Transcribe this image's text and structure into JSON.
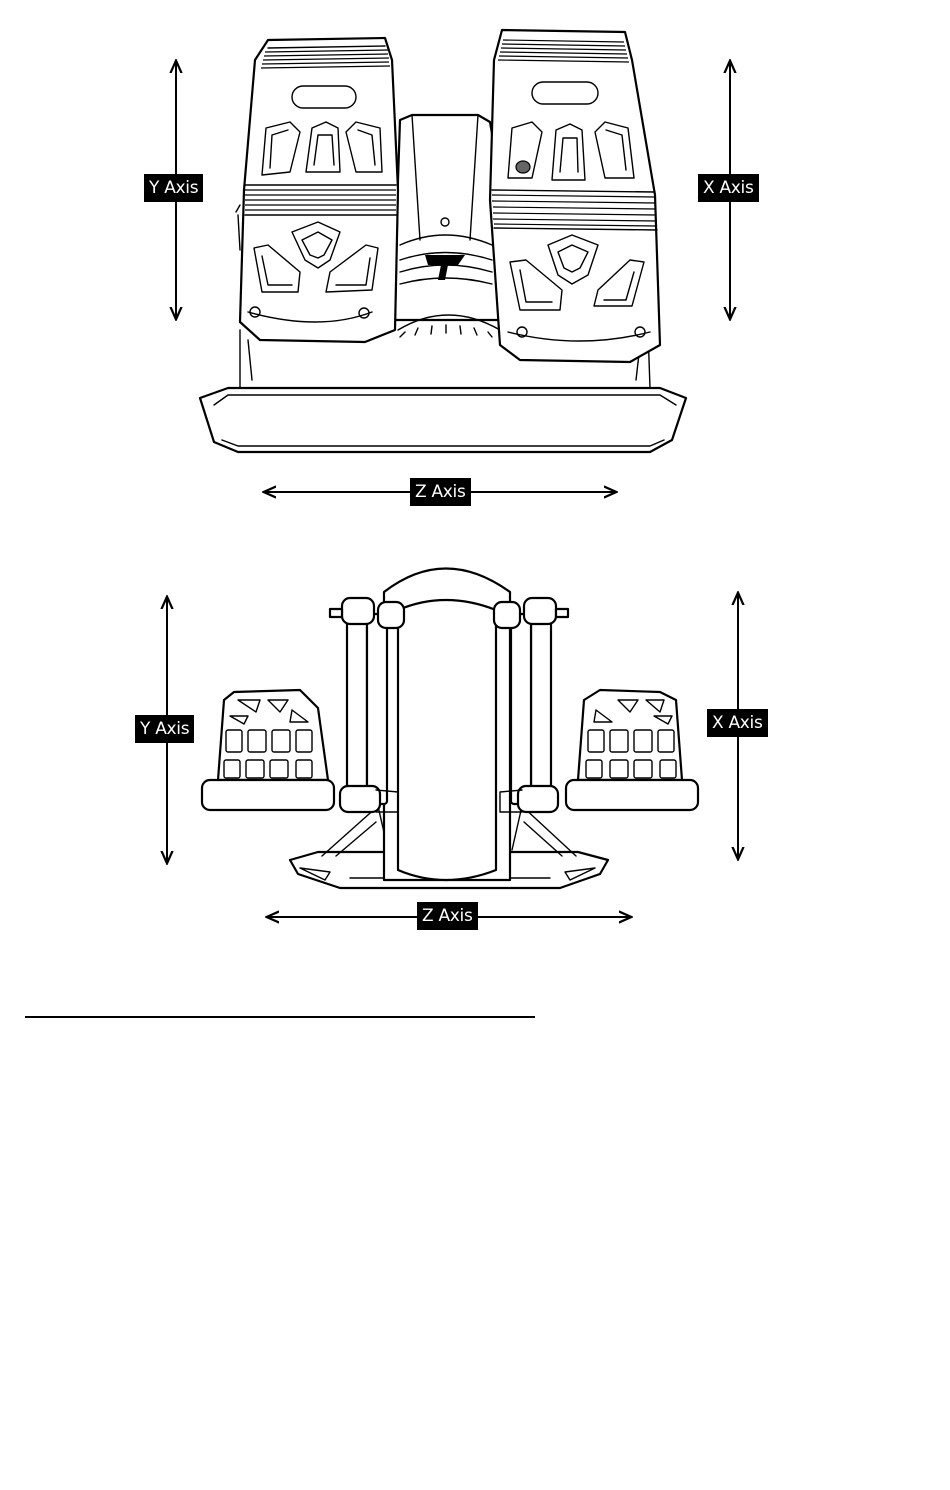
{
  "diagram_top": {
    "y_axis_label": "Y Axis",
    "x_axis_label": "X Axis",
    "z_axis_label": "Z Axis"
  },
  "diagram_bottom": {
    "y_axis_label": "Y Axis",
    "x_axis_label": "X Axis",
    "z_axis_label": "Z Axis"
  }
}
